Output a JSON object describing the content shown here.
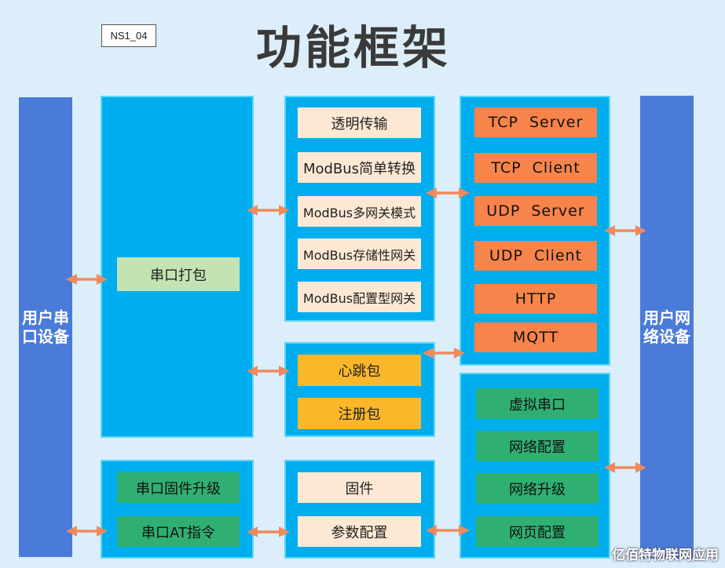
{
  "title": "功能框架",
  "tag": "NS1_04",
  "left_sidebar": "用户串\n口设备",
  "right_sidebar": "用户网\n络设备",
  "serial_packing": "串口打包",
  "transfer_modes": [
    "透明传输",
    "ModBus简单转换",
    "ModBus多网关模式",
    "ModBus存储性网关",
    "ModBus配置型网关"
  ],
  "packets": [
    "心跳包",
    "注册包"
  ],
  "protocols": [
    "TCP  Server",
    "TCP  Client",
    "UDP  Server",
    "UDP  Client",
    "HTTP",
    "MQTT"
  ],
  "serial_config": [
    "串口固件升级",
    "串口AT指令"
  ],
  "device_config": [
    "固件",
    "参数配置"
  ],
  "network_config": [
    "虚拟串口",
    "网络配置",
    "网络升级",
    "网页配置"
  ],
  "watermark": "亿佰特物联网应用",
  "colors": {
    "background": "#dceef9",
    "sidebar": "#4b7bd8",
    "panel": "#00aeef",
    "cream": "#fde9d3",
    "yellow": "#fbb72a",
    "orange": "#f7844b",
    "green": "#2fb072",
    "light_green": "#c4e3b4",
    "arrow": "#f08a5d"
  }
}
